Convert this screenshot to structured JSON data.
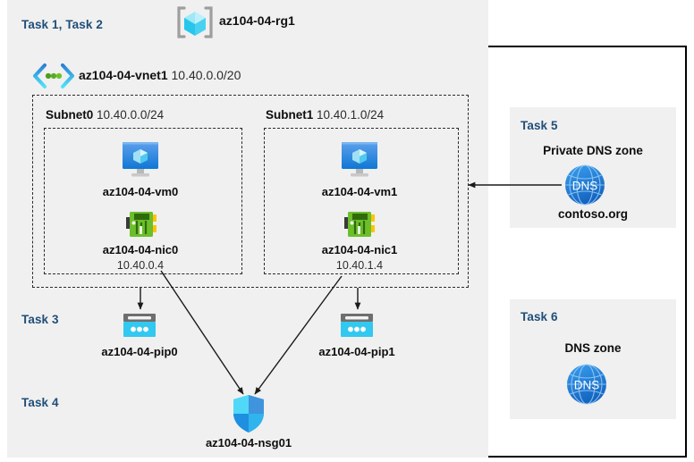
{
  "title": "Azure AZ-104 Lab 04 architecture diagram",
  "colors": {
    "task_label": "#1F4E79",
    "panel_bg": "#F0F0F0",
    "page_bg": "#FFFFFF",
    "border": "#000000",
    "dashed": "#2B2B2B",
    "azure_blue": "#0078D4",
    "cyan": "#32C8F0",
    "nic_green": "#57A300",
    "dns_blue": "#1E88E5"
  },
  "resource_group": {
    "task_label": "Task 1, Task 2",
    "icon": "resource-group-icon",
    "name": "az104-04-rg1"
  },
  "vnet": {
    "icon": "virtual-network-icon",
    "name": "az104-04-vnet1",
    "address_space": "10.40.0.0/20"
  },
  "subnets": [
    {
      "name": "Subnet0",
      "cidr": "10.40.0.0/24",
      "vm": {
        "icon": "virtual-machine-icon",
        "name": "az104-04-vm0"
      },
      "nic": {
        "icon": "network-interface-icon",
        "name": "az104-04-nic0",
        "ip": "10.40.0.4"
      }
    },
    {
      "name": "Subnet1",
      "cidr": "10.40.1.0/24",
      "vm": {
        "icon": "virtual-machine-icon",
        "name": "az104-04-vm1"
      },
      "nic": {
        "icon": "network-interface-icon",
        "name": "az104-04-nic1",
        "ip": "10.40.1.4"
      }
    }
  ],
  "task3": {
    "task_label": "Task 3",
    "pip": {
      "icon": "public-ip-address-icon",
      "name": "az104-04-pip0"
    }
  },
  "task3b": {
    "pip": {
      "icon": "public-ip-address-icon",
      "name": "az104-04-pip1"
    }
  },
  "task4": {
    "task_label": "Task 4",
    "nsg": {
      "icon": "network-security-group-icon",
      "name": "az104-04-nsg01"
    }
  },
  "task5": {
    "task_label": "Task 5",
    "heading": "Private DNS zone",
    "icon": "dns-zone-icon",
    "icon_text": "DNS",
    "name": "contoso.org"
  },
  "task6": {
    "task_label": "Task 6",
    "heading": "DNS zone",
    "icon": "dns-zone-icon",
    "icon_text": "DNS"
  },
  "connections": [
    {
      "from": "az104-04-nic0",
      "to": "az104-04-pip0",
      "style": "arrow-down"
    },
    {
      "from": "az104-04-nic1",
      "to": "az104-04-pip1",
      "style": "arrow-down"
    },
    {
      "from": "az104-04-nic0",
      "to": "az104-04-nsg01",
      "style": "arrow-diagonal"
    },
    {
      "from": "az104-04-nic1",
      "to": "az104-04-nsg01",
      "style": "arrow-diagonal"
    },
    {
      "from": "contoso.org",
      "to": "Subnet1",
      "style": "arrow-left"
    }
  ]
}
